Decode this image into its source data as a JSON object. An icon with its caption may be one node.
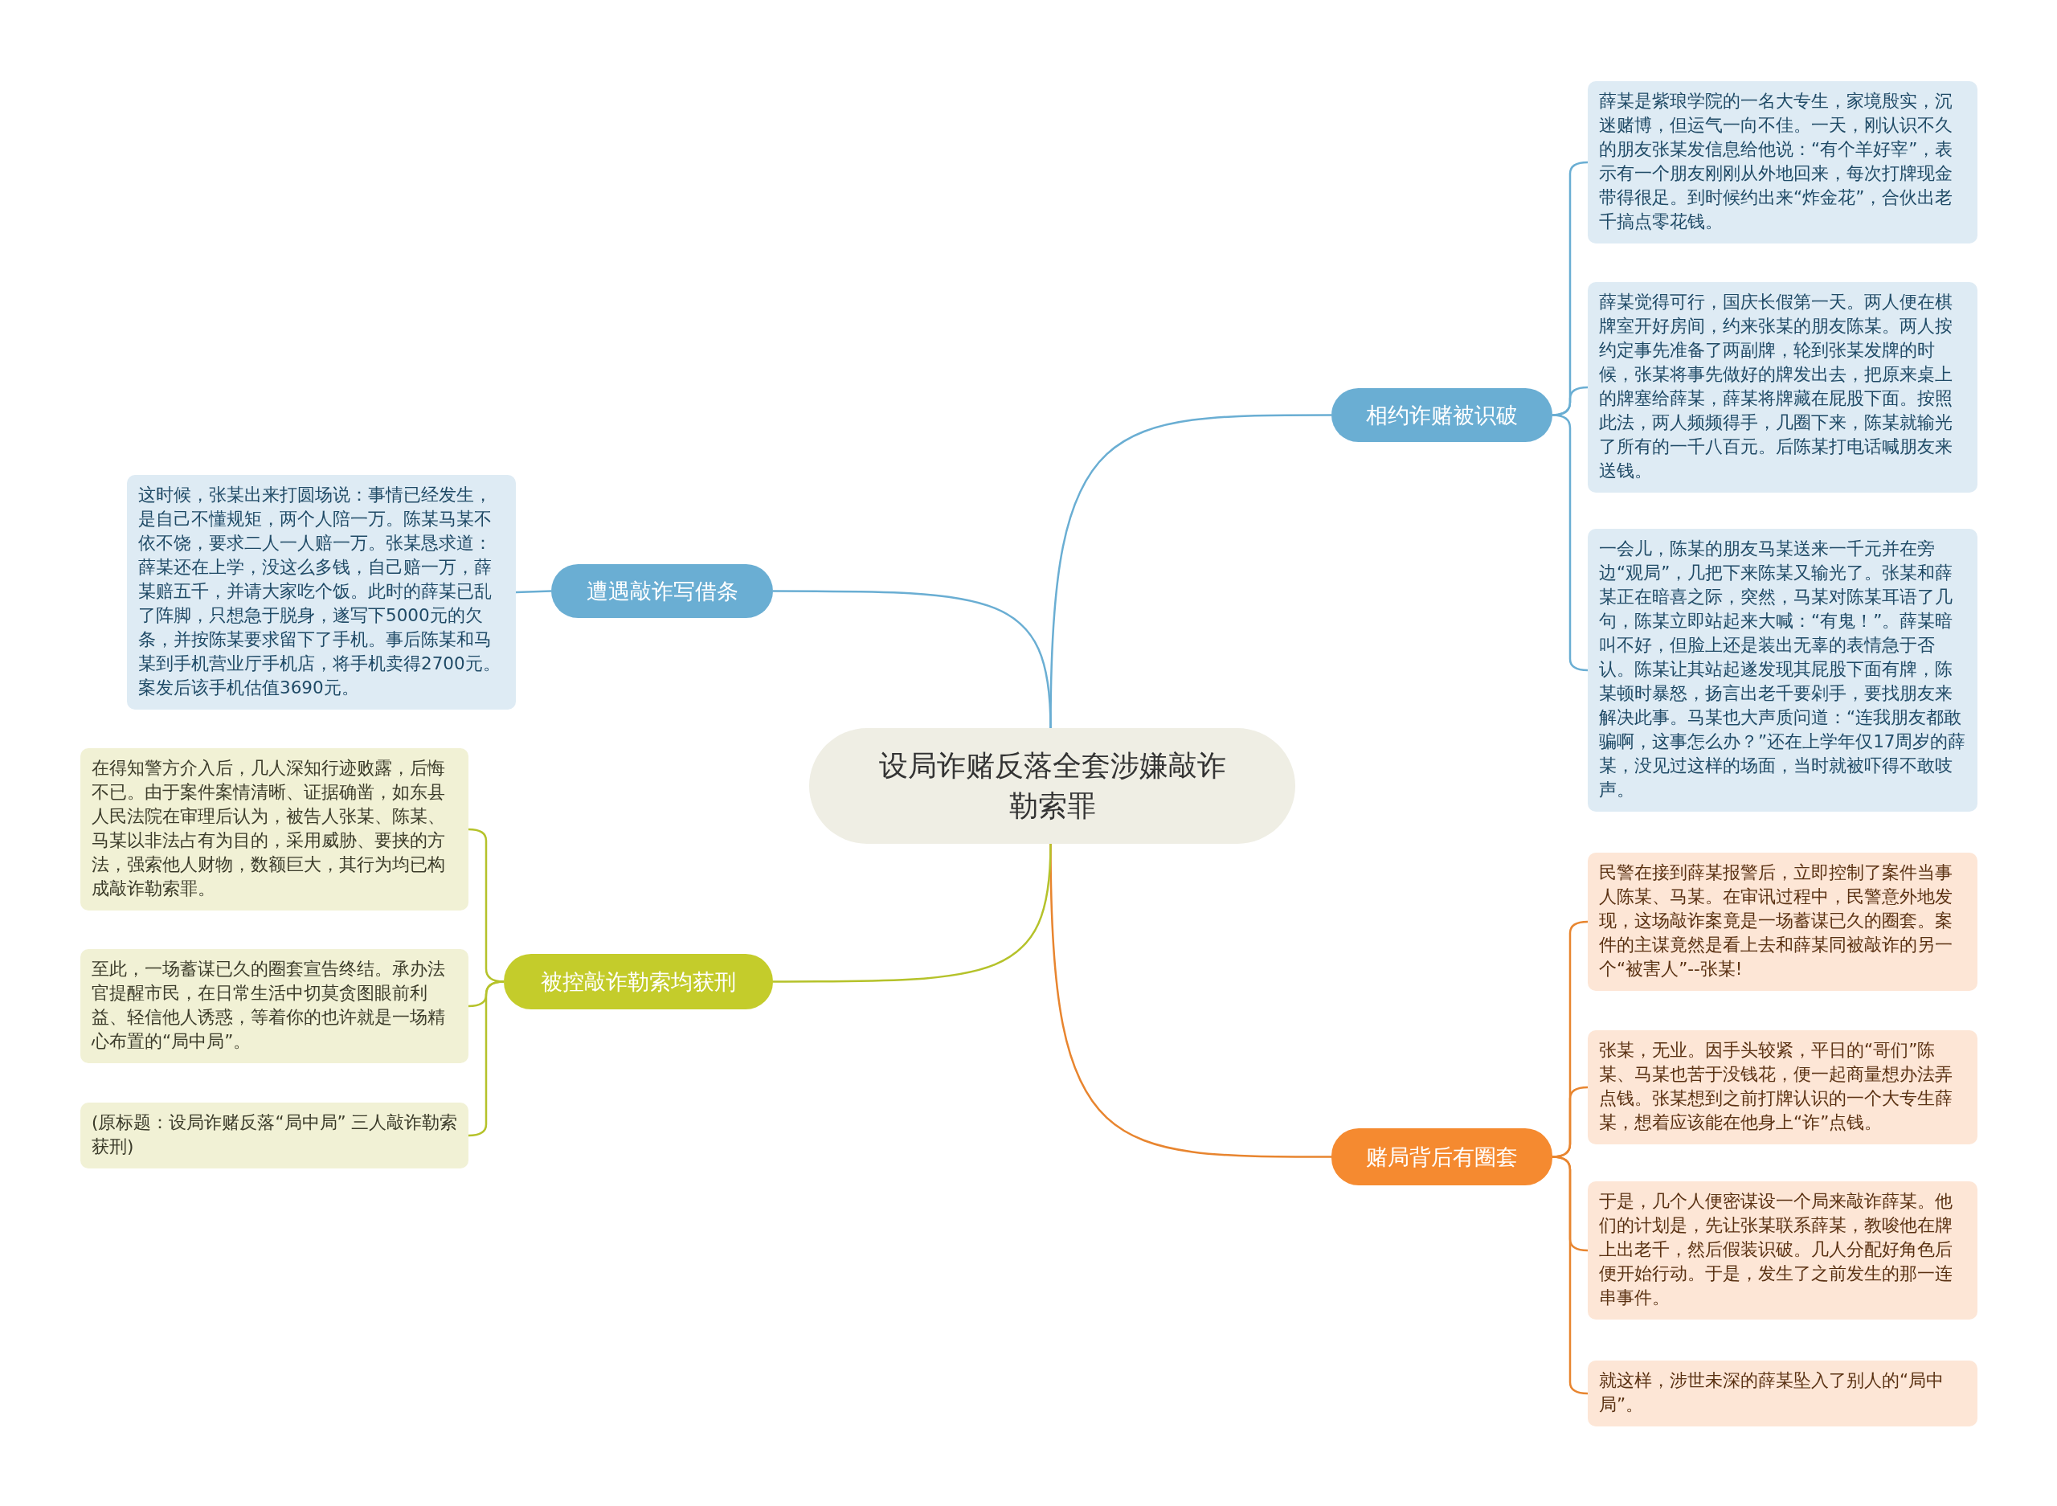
{
  "diagram": {
    "nodes": [
      {
        "text": [
          "设局诈赌反落全套涉嫌敲诈勒索罪"
        ]
      },
      {
        "text": [
          "相约诈赌被识破"
        ]
      },
      {
        "text": [
          "薛某是紫琅学院的一名大专生，家境殷实，沉迷赌博，但运气一向不佳。一天，刚认识不久的朋友张某发信息给他说：“有个羊好宰”，表示有一个朋友刚刚从外地回来，每次打牌现金带得很足。到时候约出来“炸金花”，合伙出老千搞点零花钱。"
        ]
      },
      {
        "text": [
          "薛某觉得可行，国庆长假第一天。两人便在棋牌室开好房间，约来张某的朋友陈某。两人按约定事先准备了两副牌，轮到张某发牌的时候，张某将事先做好的牌发出去，把原来桌上的牌塞给薛某，薛某将牌藏在屁股下面。按照此法，两人频频得手，几圈下来，陈某就输光了所有的一千八百元。后陈某打电话喊朋友来送钱。"
        ]
      },
      {
        "text": [
          "一会儿，陈某的朋友马某送来一千元并在旁边“观局”，几把下来陈某又输光了。张某和薛某正在暗喜之际，突然，马某对陈某耳语了几句，陈某立即站起来大喊：“有鬼！”。薛某暗叫不好，但脸上还是装出无辜的表情急于否认。陈某让其站起遂发现其屁股下面有牌，陈某顿时暴怒，扬言出老千要剁手，要找朋友来解决此事。马某也大声质问道：“连我朋友都敢骗啊，这事怎么办？”还在上学年仅17周岁的薛某，没见过这样的场面，当时就被吓得不敢吱声。"
        ]
      },
      {
        "text": [
          "赌局背后有圈套"
        ]
      },
      {
        "text": [
          "民警在接到薛某报警后，立即控制了案件当事人陈某、马某。在审讯过程中，民警意外地发现，这场敲诈案竟是一场蓄谋已久的圈套。案件的主谋竟然是看上去和薛某同被敲诈的另一个“被害人”--张某!"
        ]
      },
      {
        "text": [
          "张某，无业。因手头较紧，平日的“哥们”陈某、马某也苦于没钱花，便一起商量想办法弄点钱。张某想到之前打牌认识的一个大专生薛某，想着应该能在他身上“诈”点钱。"
        ]
      },
      {
        "text": [
          "于是，几个人便密谋设一个局来敲诈薛某。他们的计划是，先让张某联系薛某，教唆他在牌上出老千，然后假装识破。几人分配好角色后便开始行动。于是，发生了之前发生的那一连串事件。"
        ]
      },
      {
        "text": [
          "就这样，涉世未深的薛某坠入了别人的“局中局”。"
        ]
      },
      {
        "text": [
          "遭遇敲诈写借条"
        ]
      },
      {
        "text": [
          "这时候，张某出来打圆场说：事情已经发生，是自己不懂规矩，两个人陪一万。陈某马某不依不饶，要求二人一人赔一万。张某恳求道：薛某还在上学，没这么多钱，自己赔一万，薛某赔五千，并请大家吃个饭。此时的薛某已乱了阵脚，只想急于脱身，遂写下5000元的欠条，并按陈某要求留下了手机。事后陈某和马某到手机营业厅手机店，将手机卖得2700元。案发后该手机估值3690元。"
        ]
      },
      {
        "text": [
          "被控敲诈勒索均获刑"
        ]
      },
      {
        "text": [
          "在得知警方介入后，几人深知行迹败露，后悔不已。由于案件案情清晰、证据确凿，如东县人民法院在审理后认为，被告人张某、陈某、马某以非法占有为目的，采用威胁、要挟的方法，强索他人财物，数额巨大，其行为均已构成敲诈勒索罪。"
        ]
      },
      {
        "text": [
          "至此，一场蓄谋已久的圈套宣告终结。承办法官提醒市民，在日常生活中切莫贪图眼前利益、轻信他人诱惑，等着你的也许就是一场精心布置的“局中局”。"
        ]
      },
      {
        "text": [
          "(原标题：设局诈赌反落“局中局” 三人敲诈勒索获刑)"
        ]
      }
    ],
    "edges": [
      {
        "from": 0,
        "to": 1,
        "arrow": "none"
      },
      {
        "from": 1,
        "to": 2,
        "arrow": "none"
      },
      {
        "from": 1,
        "to": 3,
        "arrow": "none"
      },
      {
        "from": 1,
        "to": 4,
        "arrow": "none"
      },
      {
        "from": 0,
        "to": 5,
        "arrow": "none",
        "color": "#e8852f"
      },
      {
        "from": 5,
        "to": 6,
        "arrow": "none",
        "color": "#e8852f"
      },
      {
        "from": 5,
        "to": 7,
        "arrow": "none",
        "color": "#e8852f"
      },
      {
        "from": 5,
        "to": 8,
        "arrow": "none",
        "color": "#e8852f"
      },
      {
        "from": 5,
        "to": 9,
        "arrow": "none",
        "color": "#e8852f"
      },
      {
        "from": 0,
        "to": 10,
        "arrow": "none"
      },
      {
        "from": 10,
        "to": 11,
        "arrow": "none"
      },
      {
        "from": 0,
        "to": 12,
        "arrow": "none",
        "color": "#b5c22a"
      },
      {
        "from": 12,
        "to": 13,
        "arrow": "none",
        "color": "#b5c22a"
      },
      {
        "from": 12,
        "to": 14,
        "arrow": "none",
        "color": "#b5c22a"
      },
      {
        "from": 12,
        "to": 15,
        "arrow": "none",
        "color": "#b5c22a"
      }
    ]
  }
}
